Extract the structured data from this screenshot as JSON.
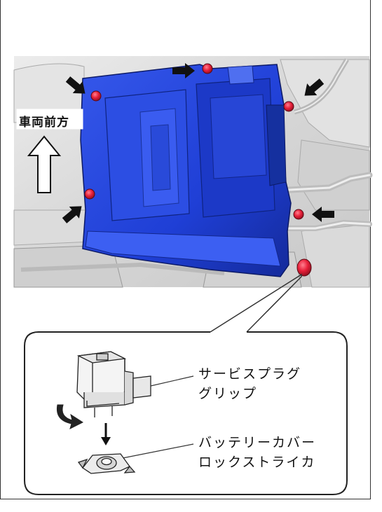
{
  "labels": {
    "vehicle_front": "車両前方",
    "service_plug_grip_line1": "サービスプラグ",
    "service_plug_grip_line2": "グリップ",
    "battery_cover_lock_line1": "バッテリーカバー",
    "battery_cover_lock_line2": "ロックストライカ"
  },
  "colors": {
    "cover_blue": "#1f3fd6",
    "cover_blue_dark": "#142a9a",
    "cover_blue_light": "#4f6ff0",
    "bolt_red": "#e8203a",
    "background_gray": "#d9d9d9",
    "arrow_black": "#111111",
    "line_color": "#333333"
  },
  "icons": {
    "front_arrow": "hollow-up-arrow-icon",
    "rotate_arrow": "curved-rotate-arrow-icon",
    "down_arrow": "down-arrow-icon",
    "pointer_arrows": "black-pointer-arrow-icon"
  }
}
